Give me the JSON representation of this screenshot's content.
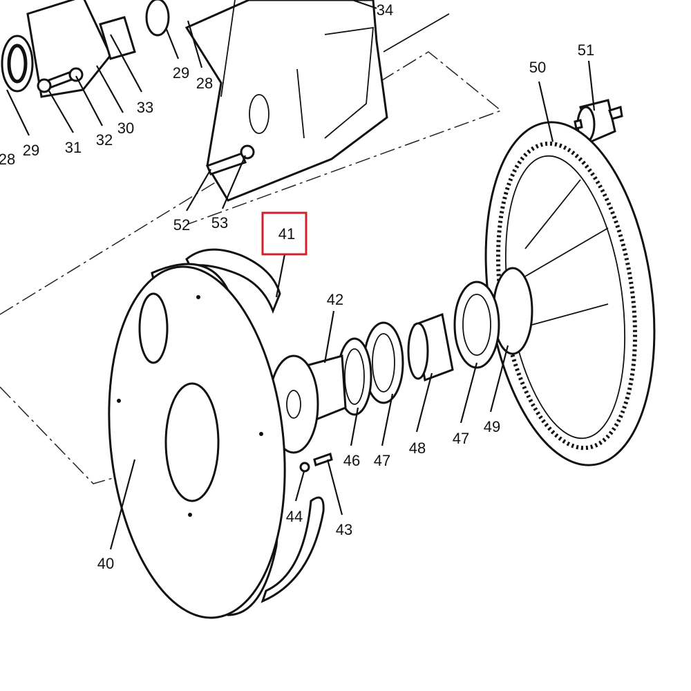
{
  "diagram": {
    "labels": {
      "p34": "34",
      "p29a": "29",
      "p28a": "28",
      "p33": "33",
      "p30": "30",
      "p32": "32",
      "p31": "31",
      "p29b": "29",
      "p28b": "28",
      "p51": "51",
      "p50": "50",
      "p52": "52",
      "p53": "53",
      "p41": "41",
      "p42": "42",
      "p46": "46",
      "p47a": "47",
      "p48": "48",
      "p47b": "47",
      "p49": "49",
      "p44": "44",
      "p43": "43",
      "p40": "40"
    },
    "highlight": {
      "label": "41",
      "color": "#d0202a"
    }
  }
}
